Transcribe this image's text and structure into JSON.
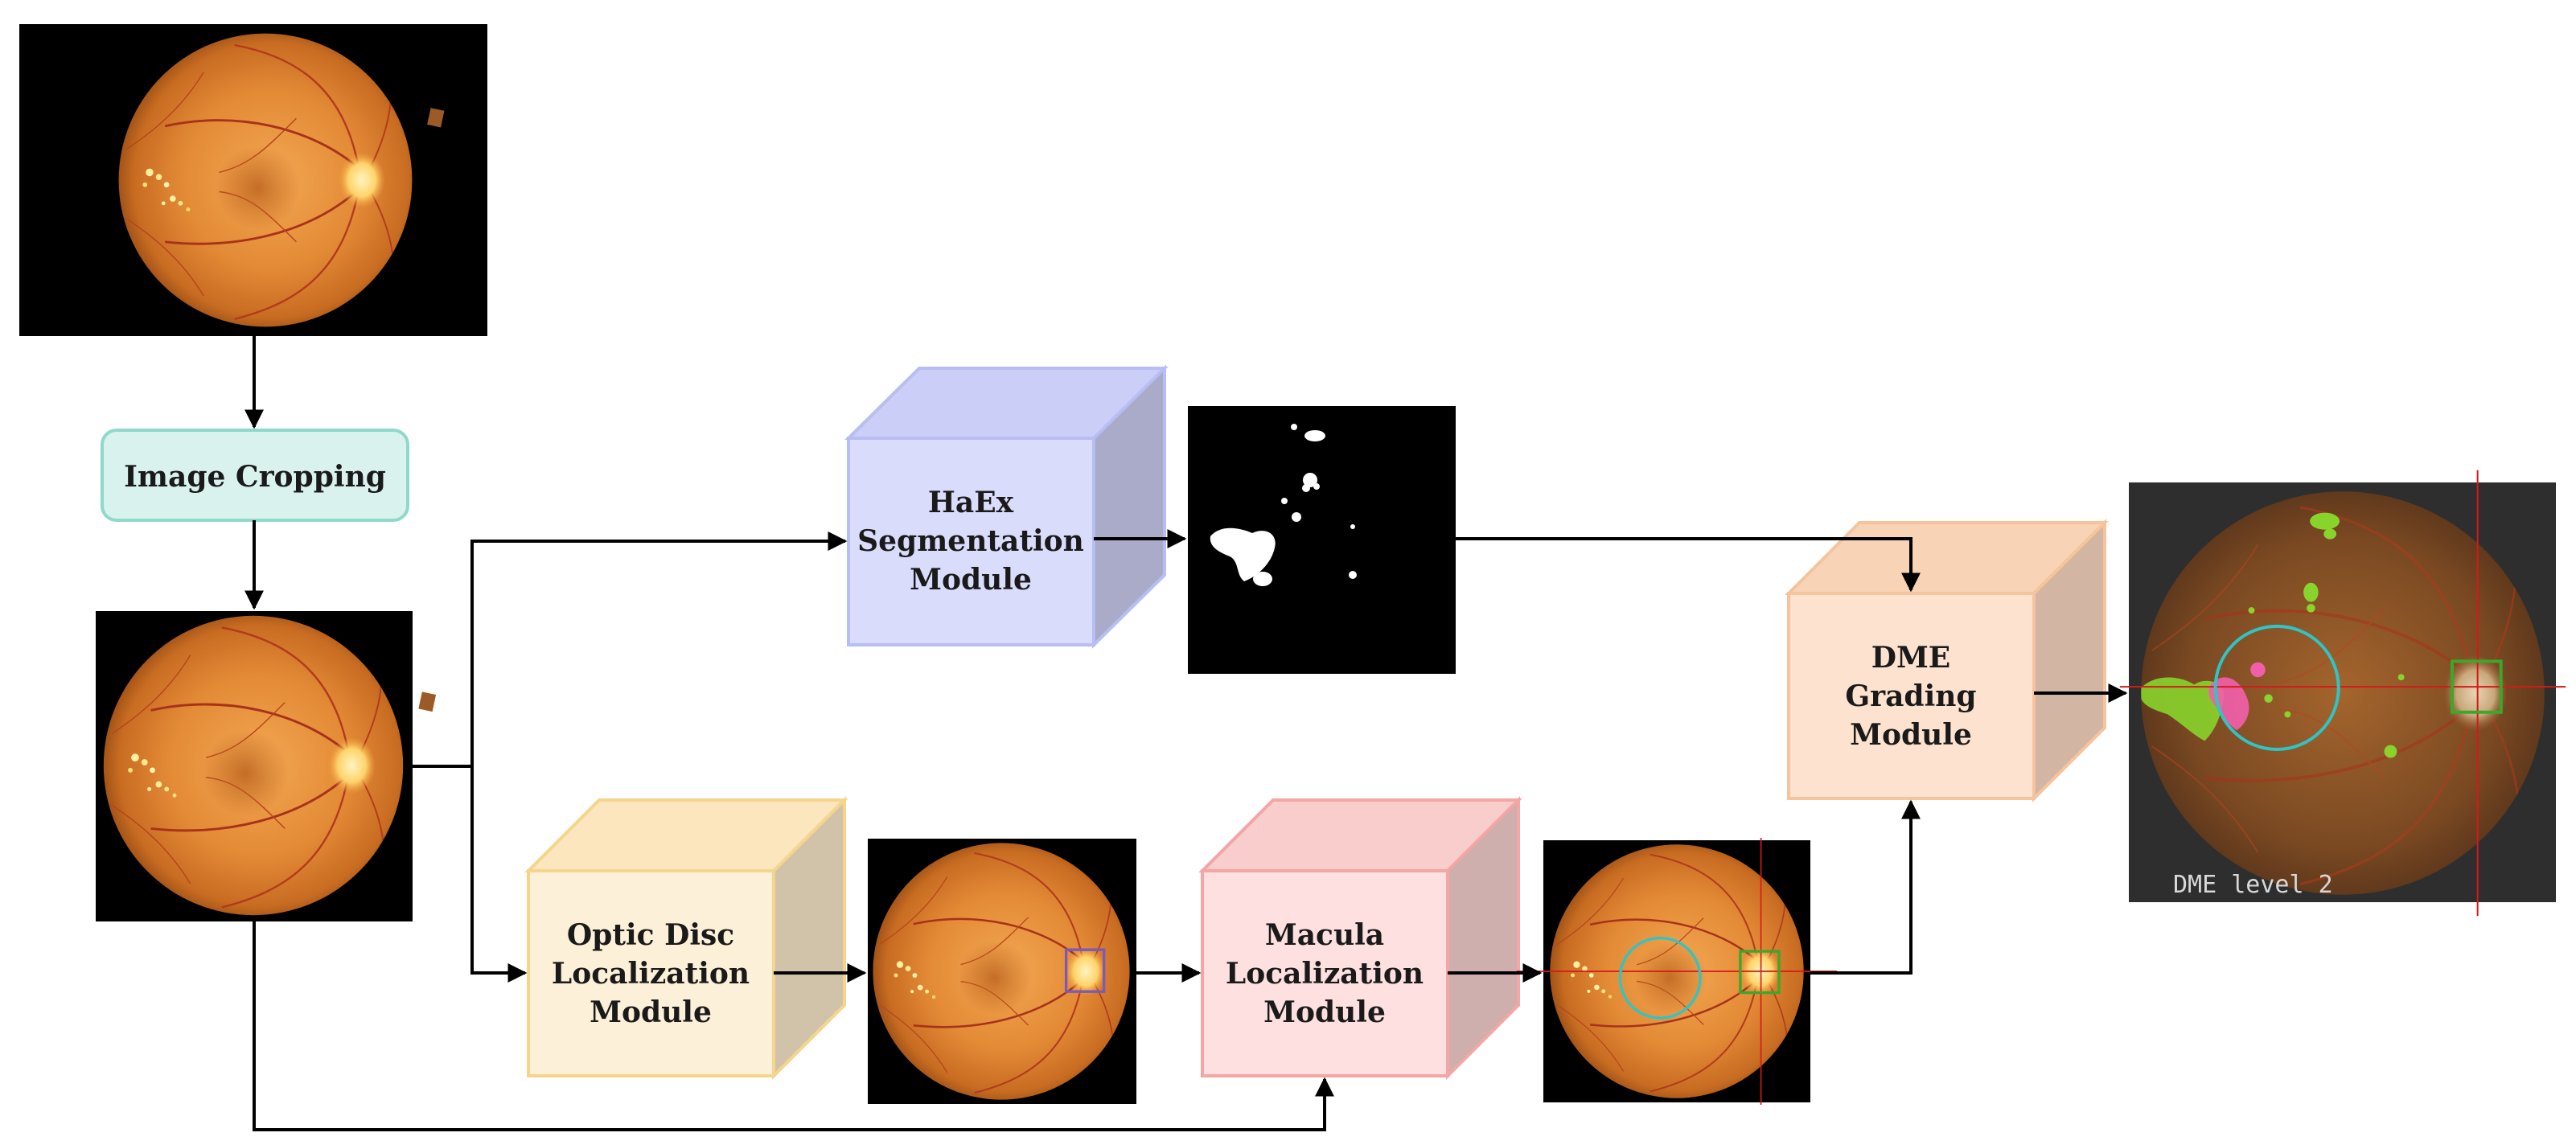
{
  "diagram": {
    "image_cropping": "Image Cropping",
    "haex_module": [
      "HaEx",
      "Segmentation",
      "Module"
    ],
    "optic_disc_module": [
      "Optic Disc",
      "Localization",
      "Module"
    ],
    "macula_module": [
      "Macula",
      "Localization",
      "Module"
    ],
    "dme_module": [
      "DME",
      "Grading",
      "Module"
    ],
    "result_caption": "DME level 2"
  },
  "colors": {
    "cropping_fill": "#d9f2ee",
    "cropping_stroke": "#8ed9cc",
    "haex_front": "#dadcfb",
    "haex_top": "#cbcff7",
    "haex_side": "#a9abc8",
    "haex_stroke": "#b8bdf3",
    "od_front": "#fdf0d8",
    "od_top": "#fbe6bd",
    "od_side": "#d1c3aa",
    "od_stroke": "#f5d58e",
    "mac_front": "#fde0df",
    "mac_top": "#f9cdcb",
    "mac_side": "#cfaeae",
    "mac_stroke": "#f3a6a4",
    "dme_front": "#fde3cf",
    "dme_top": "#f9d3b6",
    "dme_side": "#d2b5a3",
    "dme_stroke": "#f5c49c",
    "arrow": "#000000",
    "lesion_green": "#88d42c",
    "lesion_pink": "#f060a8",
    "macula_circle": "#2fc4c6",
    "od_box_green": "#3aa82c",
    "od_box_purple": "#7a5ab8",
    "crosshair": "#d41a1a"
  }
}
